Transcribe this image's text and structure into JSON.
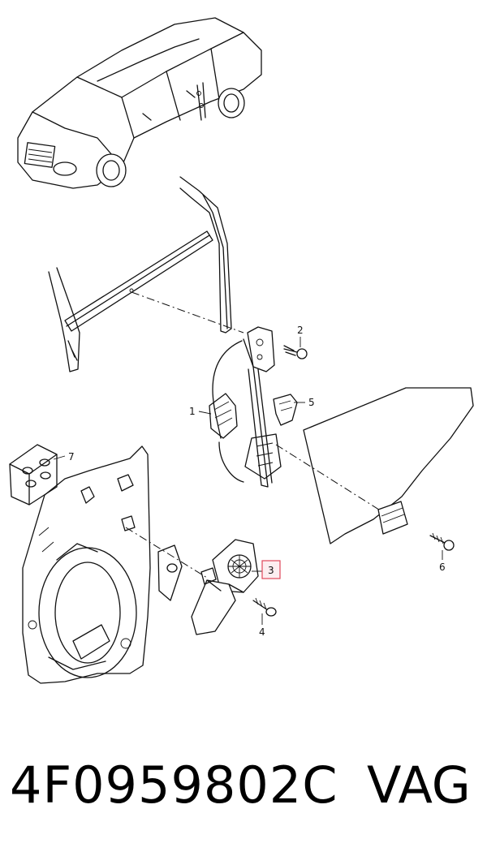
{
  "callouts": [
    {
      "id": "1",
      "label": "1"
    },
    {
      "id": "2",
      "label": "2"
    },
    {
      "id": "3",
      "label": "3"
    },
    {
      "id": "4",
      "label": "4"
    },
    {
      "id": "5",
      "label": "5"
    },
    {
      "id": "6",
      "label": "6"
    },
    {
      "id": "7",
      "label": "7"
    }
  ],
  "footer": {
    "part_number": "4F0959802C",
    "brand": "VAG"
  },
  "colors": {
    "line": "#111111",
    "highlight_box": "#e0485a",
    "highlight_fill": "#fdeef0"
  }
}
